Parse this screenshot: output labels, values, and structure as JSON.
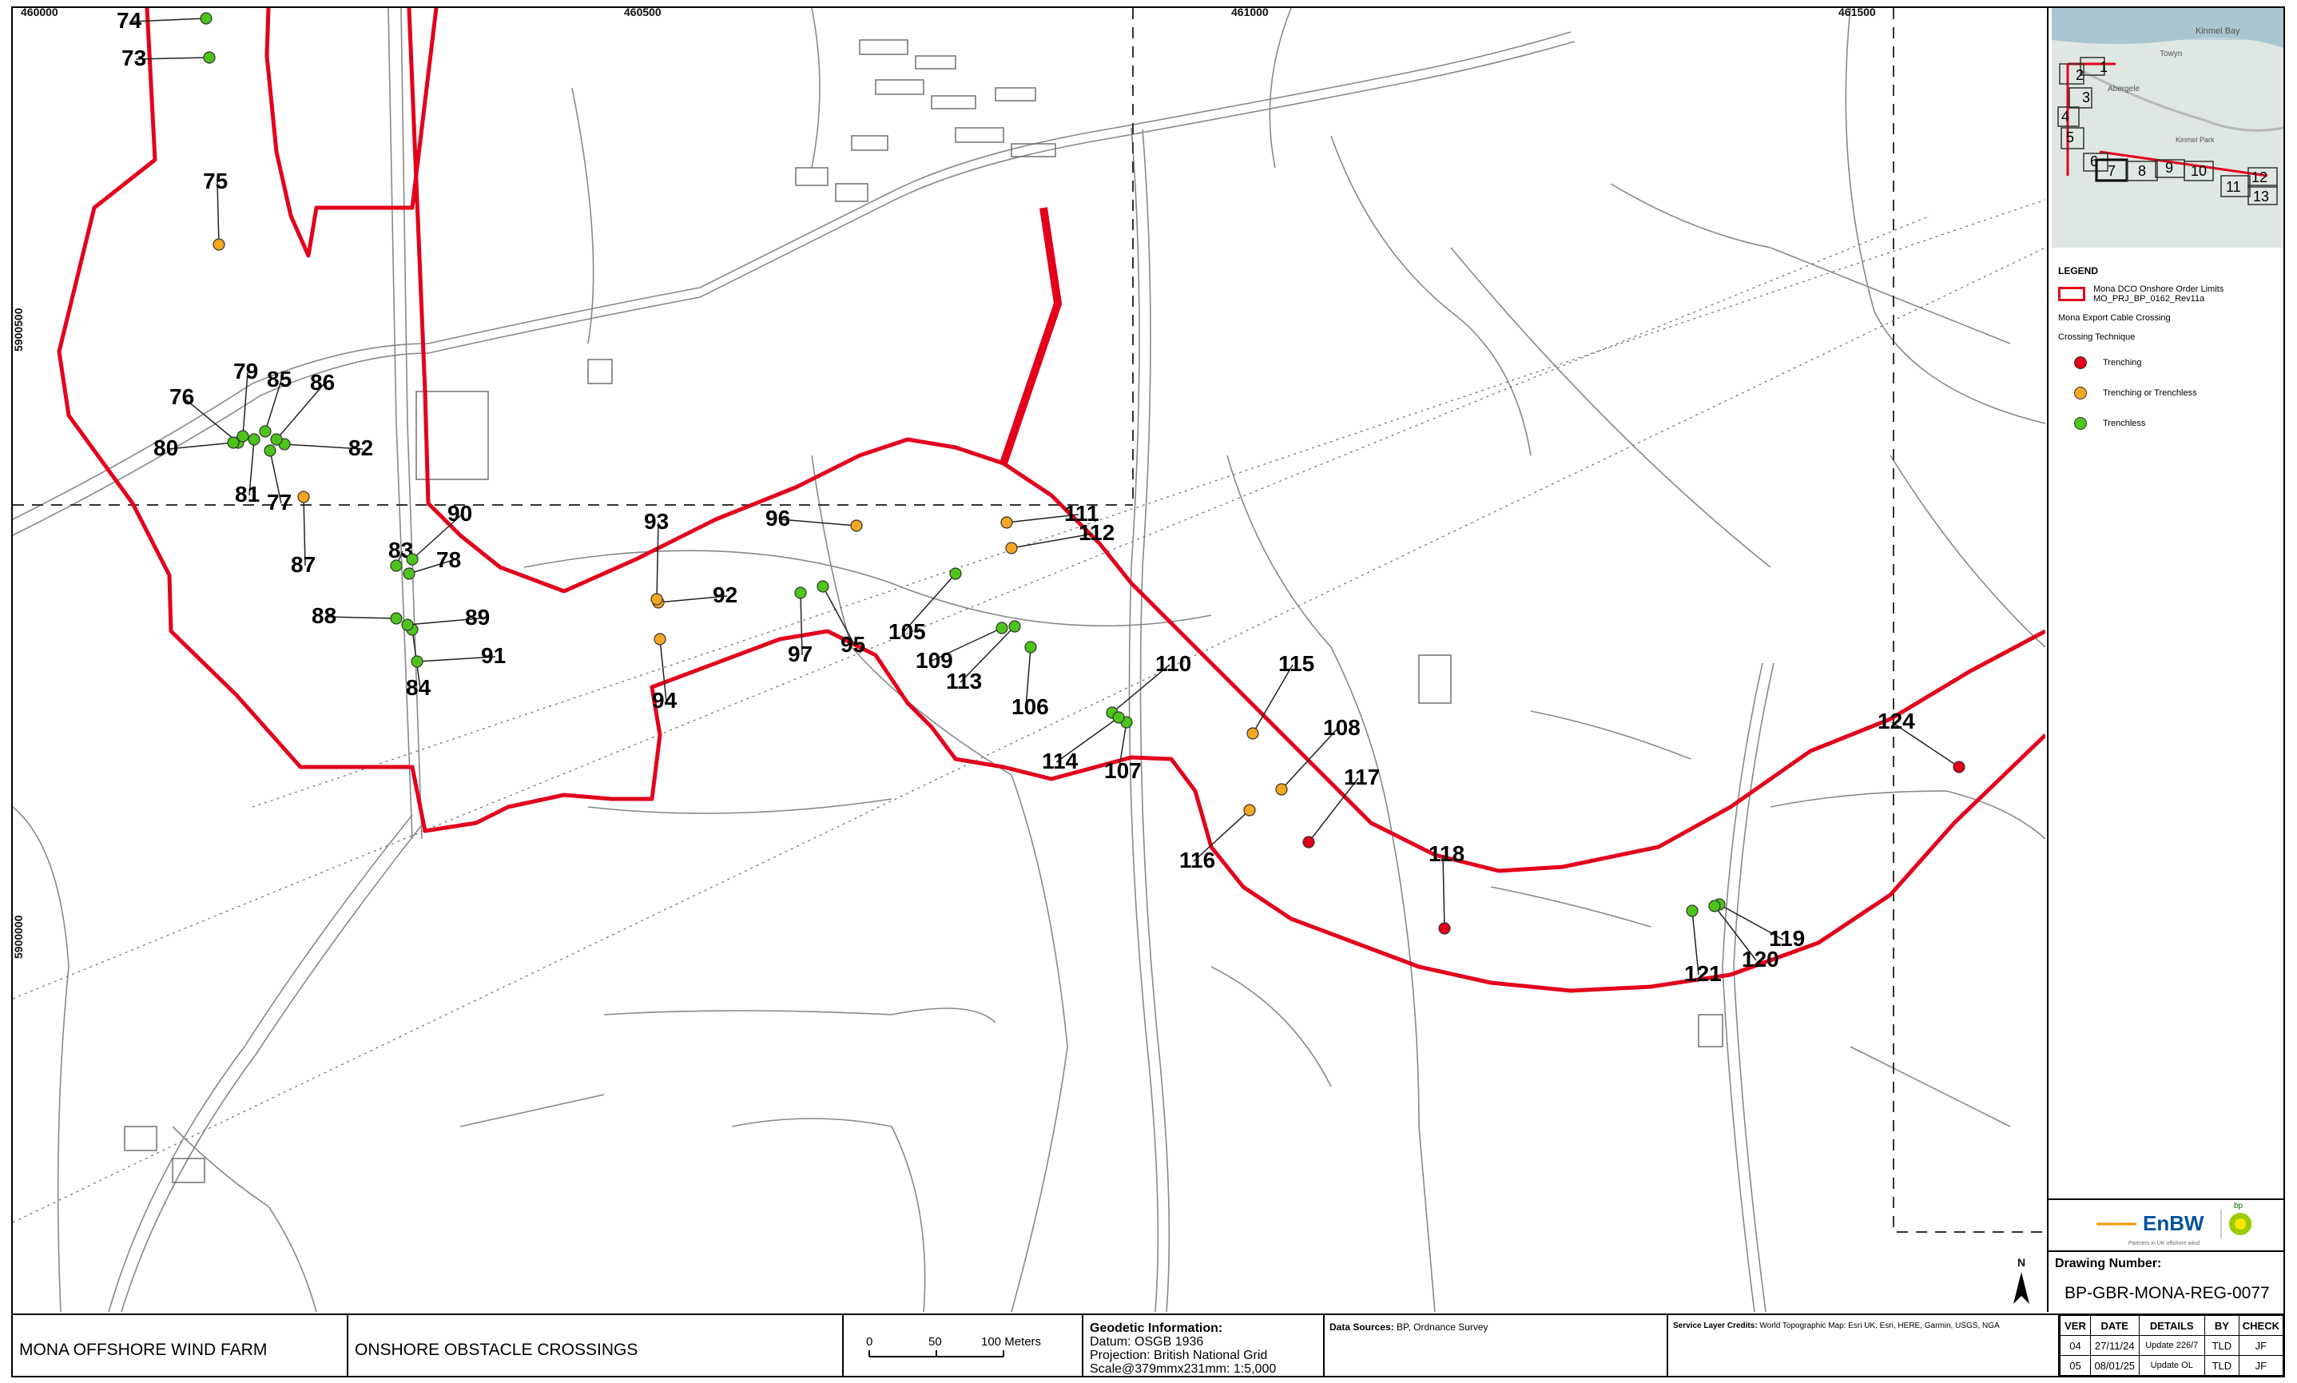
{
  "map": {
    "grid_labels_top": [
      "460000",
      "460500",
      "461000",
      "461500"
    ],
    "grid_labels_left": [
      "5900500",
      "5900000"
    ],
    "colors": {
      "order_limits": "#e3001b",
      "trenching": "#e3001b",
      "trenching_or_trenchless": "#f5a623",
      "trenchless": "#4cc41a"
    },
    "crossings": [
      {
        "id": "73",
        "type": "trenchless"
      },
      {
        "id": "74",
        "type": "trenchless"
      },
      {
        "id": "75",
        "type": "trenching_or_trenchless"
      },
      {
        "id": "76",
        "type": "trenchless"
      },
      {
        "id": "77",
        "type": "trenchless"
      },
      {
        "id": "78",
        "type": "trenchless"
      },
      {
        "id": "79",
        "type": "trenchless"
      },
      {
        "id": "80",
        "type": "trenchless"
      },
      {
        "id": "81",
        "type": "trenchless"
      },
      {
        "id": "82",
        "type": "trenchless"
      },
      {
        "id": "83",
        "type": "trenchless"
      },
      {
        "id": "84",
        "type": "trenchless"
      },
      {
        "id": "85",
        "type": "trenchless"
      },
      {
        "id": "86",
        "type": "trenchless"
      },
      {
        "id": "87",
        "type": "trenching_or_trenchless"
      },
      {
        "id": "88",
        "type": "trenchless"
      },
      {
        "id": "89",
        "type": "trenchless"
      },
      {
        "id": "90",
        "type": "trenchless"
      },
      {
        "id": "91",
        "type": "trenchless"
      },
      {
        "id": "92",
        "type": "trenching_or_trenchless"
      },
      {
        "id": "93",
        "type": "trenching_or_trenchless"
      },
      {
        "id": "94",
        "type": "trenching_or_trenchless"
      },
      {
        "id": "95",
        "type": "trenchless"
      },
      {
        "id": "96",
        "type": "trenching_or_trenchless"
      },
      {
        "id": "97",
        "type": "trenchless"
      },
      {
        "id": "105",
        "type": "trenchless"
      },
      {
        "id": "106",
        "type": "trenchless"
      },
      {
        "id": "107",
        "type": "trenchless"
      },
      {
        "id": "108",
        "type": "trenching_or_trenchless"
      },
      {
        "id": "109",
        "type": "trenchless"
      },
      {
        "id": "110",
        "type": "trenchless"
      },
      {
        "id": "111",
        "type": "trenching_or_trenchless"
      },
      {
        "id": "112",
        "type": "trenching_or_trenchless"
      },
      {
        "id": "113",
        "type": "trenchless"
      },
      {
        "id": "114",
        "type": "trenchless"
      },
      {
        "id": "115",
        "type": "trenching_or_trenchless"
      },
      {
        "id": "116",
        "type": "trenching_or_trenchless"
      },
      {
        "id": "117",
        "type": "trenching"
      },
      {
        "id": "118",
        "type": "trenching"
      },
      {
        "id": "119",
        "type": "trenchless"
      },
      {
        "id": "120",
        "type": "trenchless"
      },
      {
        "id": "121",
        "type": "trenchless"
      },
      {
        "id": "124",
        "type": "trenching"
      }
    ],
    "north_label": "N"
  },
  "overview": {
    "place_labels": [
      "Kinmel Bay",
      "Towyn",
      "Abergele",
      "Kinmel Park"
    ],
    "sheets": [
      "1",
      "2",
      "3",
      "4",
      "5",
      "6",
      "7",
      "8",
      "9",
      "10",
      "11",
      "12",
      "13"
    ]
  },
  "legend": {
    "title": "LEGEND",
    "order_limits_label": "Mona DCO Onshore Order Limits",
    "order_limits_ref": "MO_PRJ_BP_0162_Rev11a",
    "crossing_heading": "Mona Export Cable Crossing",
    "technique_heading": "Crossing Technique",
    "items": [
      {
        "label": "Trenching",
        "color": "#e3001b"
      },
      {
        "label": "Trenching or Trenchless",
        "color": "#f5a623"
      },
      {
        "label": "Trenchless",
        "color": "#4cc41a"
      }
    ]
  },
  "logos": {
    "enbw": "EnBW",
    "bp": "bp",
    "tagline": "Partners in UK offshore wind"
  },
  "drawing": {
    "label": "Drawing Number:",
    "number": "BP-GBR-MONA-REG-0077"
  },
  "title_block": {
    "project": "MONA OFFSHORE WIND FARM",
    "title": "ONSHORE OBSTACLE CROSSINGS",
    "scale_bar": {
      "ticks": [
        "0",
        "50",
        "100 Meters"
      ]
    },
    "geodetic": {
      "heading": "Geodetic Information:",
      "datum": "Datum: OSGB 1936",
      "projection": "Projection: British National Grid",
      "scale": "Scale@379mmx231mm: 1:5,000"
    },
    "data_sources": {
      "label": "Data Sources:",
      "value": "BP, Ordnance Survey"
    },
    "credits": {
      "label": "Service Layer Credits:",
      "value": "World Topographic Map: Esri UK, Esri, HERE, Garmin, USGS, NGA"
    },
    "revisions": {
      "headers": [
        "VER",
        "DATE",
        "DETAILS",
        "BY",
        "CHECK"
      ],
      "rows": [
        [
          "04",
          "27/11/24",
          "Update 226/7",
          "TLD",
          "JF"
        ],
        [
          "05",
          "08/01/25",
          "Update OL",
          "TLD",
          "JF"
        ]
      ]
    }
  }
}
